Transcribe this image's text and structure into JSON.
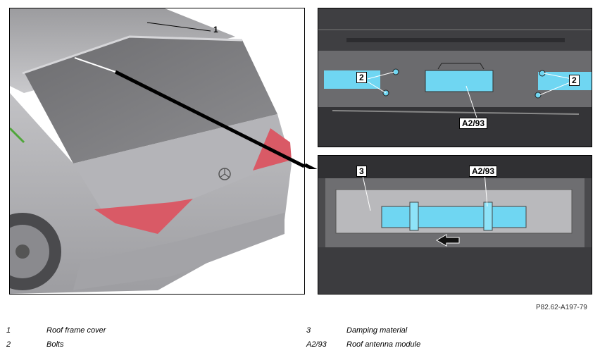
{
  "figure": {
    "reference": "P82.62-A197-79",
    "callouts": {
      "one": "1",
      "two": "2",
      "three": "3",
      "a293": "A2/93"
    }
  },
  "legend": [
    {
      "key": "1",
      "text": "Roof frame cover"
    },
    {
      "key": "2",
      "text": "Bolts"
    },
    {
      "key": "3",
      "text": "Damping material"
    },
    {
      "key": "A2/93",
      "text": "Roof antenna module"
    }
  ],
  "colors": {
    "car_body": "#b8b8bc",
    "tail_light": "#d95a66",
    "module_blue": "#6fd6f2",
    "dark_interior": "#3d3d3d"
  }
}
